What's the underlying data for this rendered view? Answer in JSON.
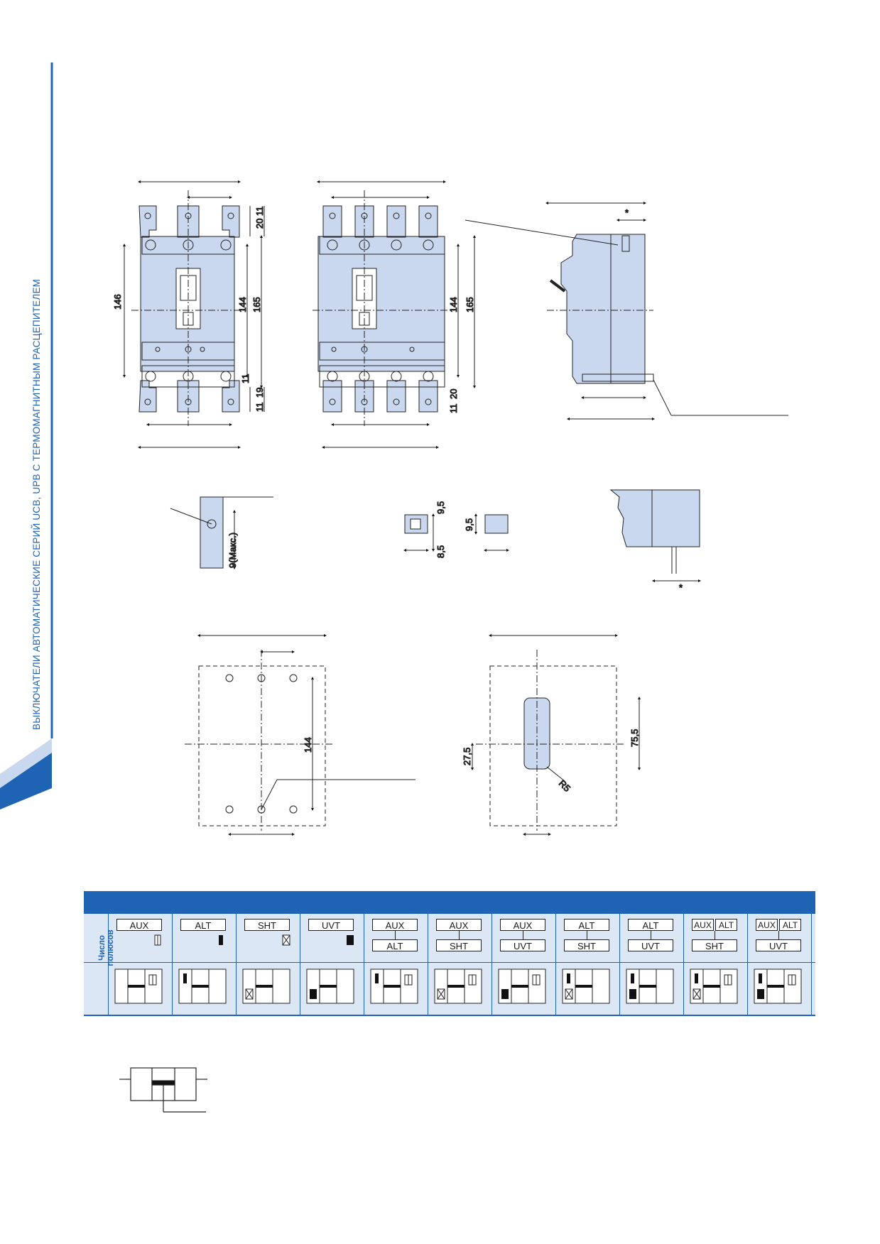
{
  "sidebar": {
    "title": "ВЫКЛЮЧАТЕЛИ АВТОМАТИЧЕСКИЕ СЕРИЙ UCB, UPB С ТЕРМОМАГНИТНЫМ РАСЦЕПИТЕЛЕМ",
    "accent_color": "#1f64b4"
  },
  "dimensions": {
    "front3": {
      "d146": "146",
      "d144": "144",
      "d165": "165",
      "d20": "20",
      "d11a": "11",
      "d11b": "11",
      "d19": "19",
      "d11c": "11"
    },
    "front4": {
      "d144": "144",
      "d165": "165",
      "d11": "11",
      "d20": "20"
    },
    "side": {
      "star": "*"
    },
    "detail": {
      "d9max": "9(Макс.)",
      "d95a": "9,5",
      "d85": "8,5",
      "d95b": "9,5",
      "star": "*"
    },
    "cutout": {
      "d144": "144",
      "d275": "27,5",
      "d755": "75,5",
      "r5": "R5"
    }
  },
  "table": {
    "row_label": "Число\nполюсов",
    "columns": [
      {
        "top": "AUX",
        "bottom": "",
        "icon": "aux"
      },
      {
        "top": "ALT",
        "bottom": "",
        "icon": "alt"
      },
      {
        "top": "SHT",
        "bottom": "",
        "icon": "sht"
      },
      {
        "top": "UVT",
        "bottom": "",
        "icon": "uvt"
      },
      {
        "top": "AUX",
        "bottom": "ALT",
        "icon": "aux+alt"
      },
      {
        "top": "AUX",
        "bottom": "SHT",
        "icon": "aux+sht"
      },
      {
        "top": "AUX",
        "bottom": "UVT",
        "icon": "aux+uvt"
      },
      {
        "top": "ALT",
        "bottom": "SHT",
        "icon": "alt+sht"
      },
      {
        "top": "ALT",
        "bottom": "UVT",
        "icon": "alt+uvt"
      },
      {
        "top": "AUX",
        "top2": "ALT",
        "bottom": "SHT",
        "icon": "aux+alt+sht"
      },
      {
        "top": "AUX",
        "top2": "ALT",
        "bottom": "UVT",
        "icon": "aux+alt+uvt"
      }
    ]
  }
}
